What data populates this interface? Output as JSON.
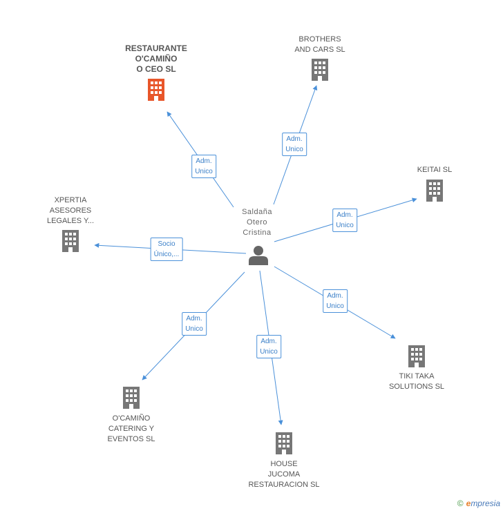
{
  "center": {
    "name_lines": [
      "Saldaña",
      "Otero",
      "Cristina"
    ],
    "icon": "person-icon"
  },
  "companies": [
    {
      "id": "restaurante",
      "lines": [
        "RESTAURANTE",
        "O'CAMIÑO",
        "O CEO SL"
      ],
      "highlight": true
    },
    {
      "id": "brothers",
      "lines": [
        "BROTHERS",
        "AND CARS  SL"
      ],
      "highlight": false
    },
    {
      "id": "keitai",
      "lines": [
        "KEITAI SL"
      ],
      "highlight": false
    },
    {
      "id": "xpertia",
      "lines": [
        "XPERTIA",
        "ASESORES",
        "LEGALES Y..."
      ],
      "highlight": false
    },
    {
      "id": "tikitaka",
      "lines": [
        "TIKI TAKA",
        "SOLUTIONS SL"
      ],
      "highlight": false
    },
    {
      "id": "house",
      "lines": [
        "HOUSE",
        "JUCOMA",
        "RESTAURACION SL"
      ],
      "highlight": false
    },
    {
      "id": "ocamino",
      "lines": [
        "O'CAMIÑO",
        "CATERING Y",
        "EVENTOS  SL"
      ],
      "highlight": false
    }
  ],
  "relations": [
    {
      "to": "restaurante",
      "lines": [
        "Adm.",
        "Unico"
      ]
    },
    {
      "to": "brothers",
      "lines": [
        "Adm.",
        "Unico"
      ]
    },
    {
      "to": "keitai",
      "lines": [
        "Adm.",
        "Unico"
      ]
    },
    {
      "to": "xpertia",
      "lines": [
        "Socio",
        "Único,..."
      ]
    },
    {
      "to": "tikitaka",
      "lines": [
        "Adm.",
        "Unico"
      ]
    },
    {
      "to": "house",
      "lines": [
        "Adm.",
        "Unico"
      ]
    },
    {
      "to": "ocamino",
      "lines": [
        "Adm.",
        "Unico"
      ]
    }
  ],
  "colors": {
    "edge": "#4a90d9",
    "building": "#777777",
    "building_highlight": "#e8562a",
    "person": "#666666"
  },
  "brand": {
    "copyright": "©",
    "e": "e",
    "rest": "mpresia"
  }
}
